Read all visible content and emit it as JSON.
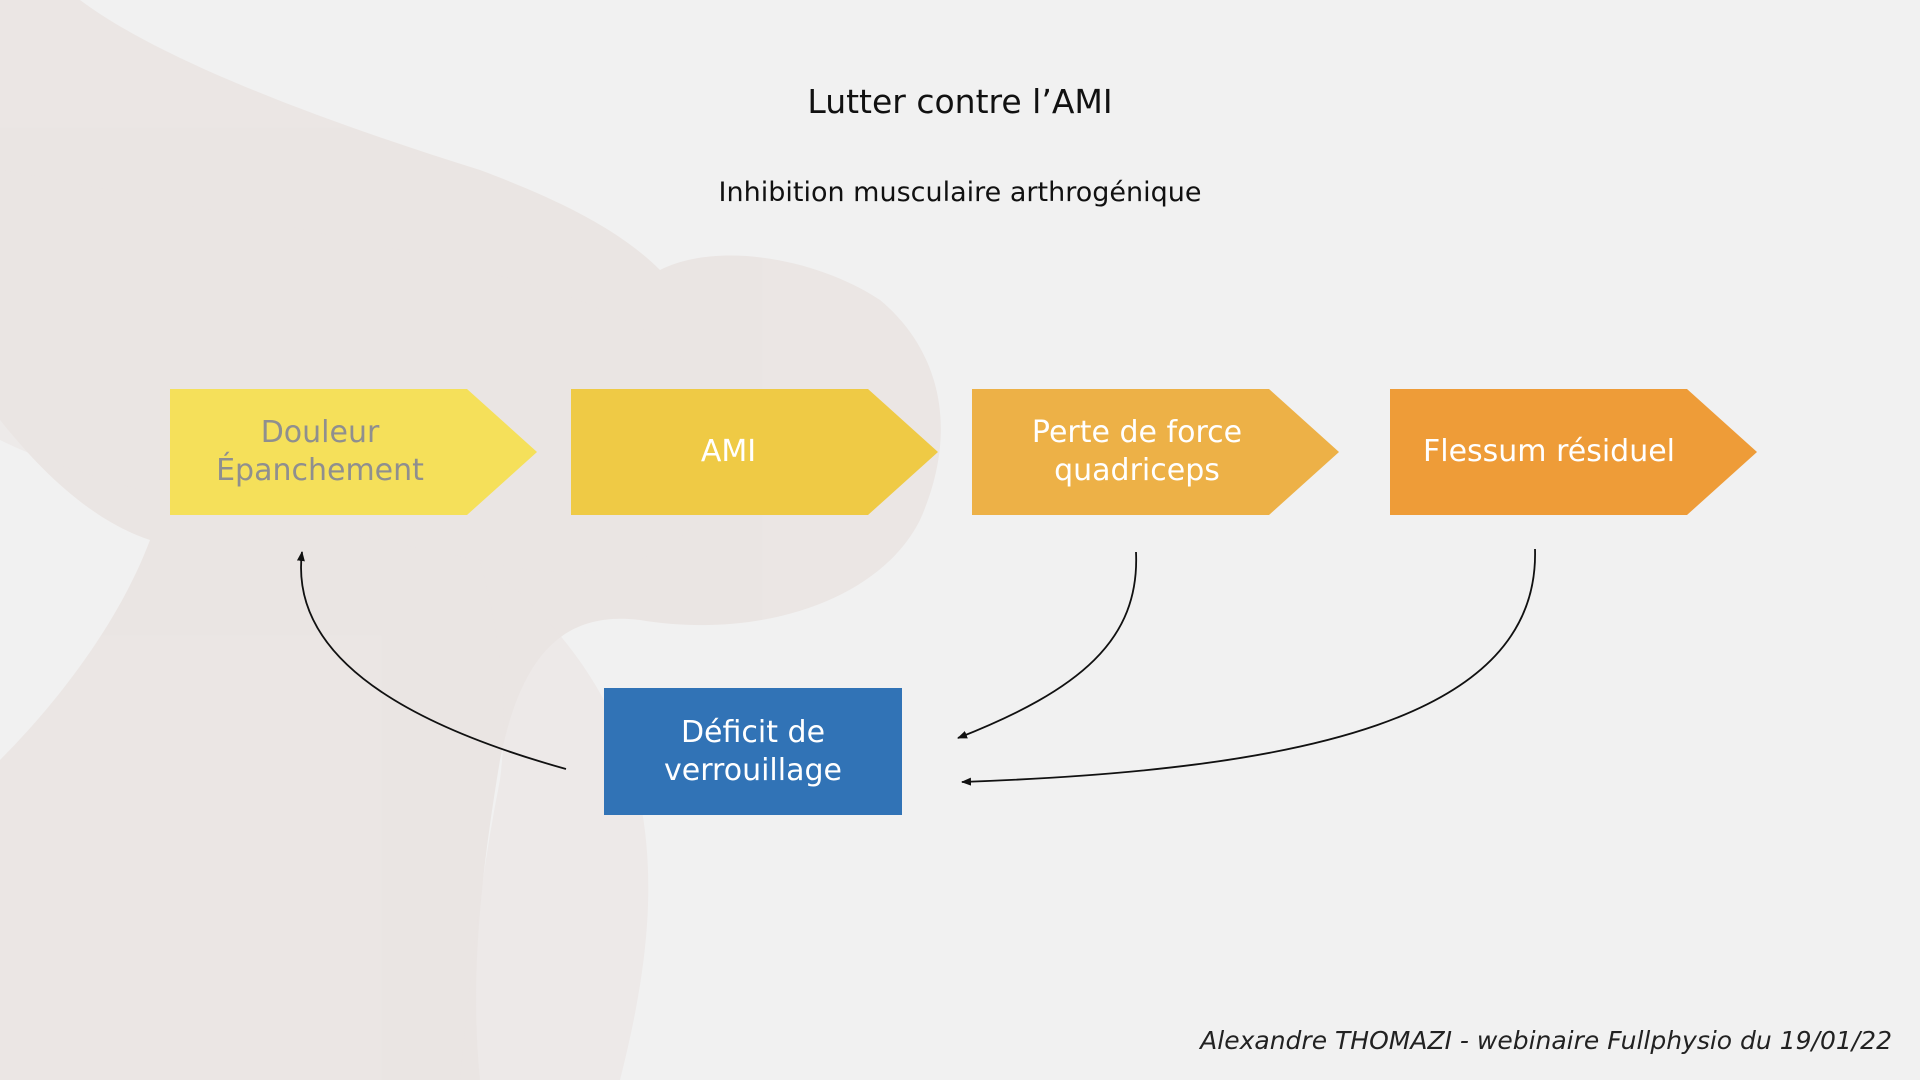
{
  "slide": {
    "title": "Lutter contre l’AMI",
    "subtitle": "Inhibition musculaire arthrogénique",
    "footer": "Alexandre THOMAZI - webinaire Fullphysio du 19/01/22"
  },
  "flow": [
    {
      "label": "Douleur\nÉpanchement",
      "color": "#f5e05a",
      "text_color": "#8f8f8f"
    },
    {
      "label": "AMI",
      "color": "#efca45",
      "text_color": "#ffffff"
    },
    {
      "label": "Perte de force\nquadriceps",
      "color": "#edb147",
      "text_color": "#ffffff"
    },
    {
      "label": "Flessum résiduel",
      "color": "#ee9c38",
      "text_color": "#ffffff"
    }
  ],
  "center_box": {
    "label": "Déficit de\nverrouillage",
    "color": "#3173b6"
  },
  "colors": {
    "background": "#f1f1f1",
    "arrow": "#111111"
  }
}
